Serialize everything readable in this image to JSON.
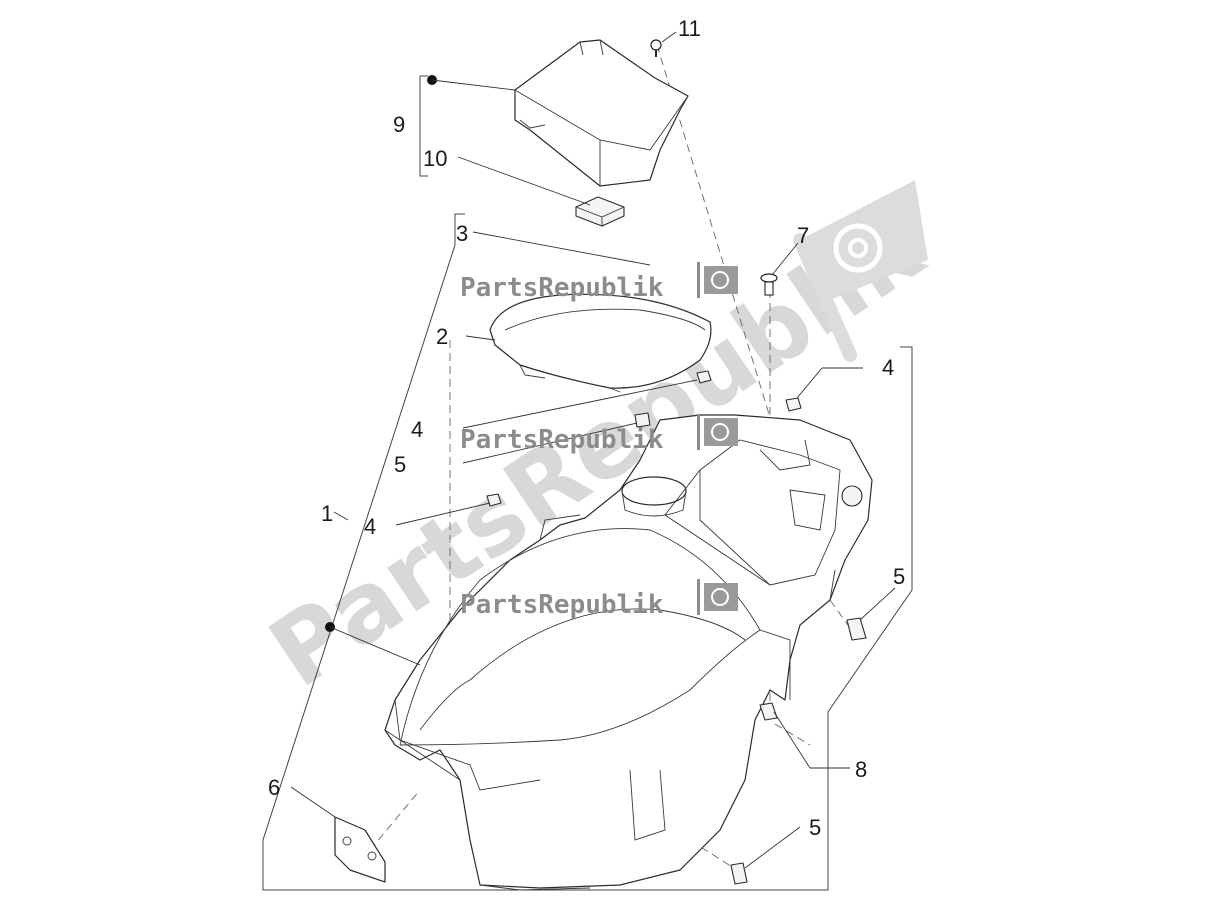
{
  "watermark": {
    "brand": "PartsRepublik",
    "big_text": "PartsRepublik",
    "logo_icon": "gear-flag-icon"
  },
  "callouts": {
    "c1": "1",
    "c2": "2",
    "c3": "3",
    "c4a": "4",
    "c4b": "4",
    "c4c": "4",
    "c5a": "5",
    "c5b": "5",
    "c5c": "5",
    "c6": "6",
    "c7": "7",
    "c8": "8",
    "c9": "9",
    "c10": "10",
    "c11": "11"
  },
  "colors": {
    "line": "#2b2b2b",
    "watermark_light": "#d8d8d8",
    "watermark_dark": "#8c8c8c"
  }
}
